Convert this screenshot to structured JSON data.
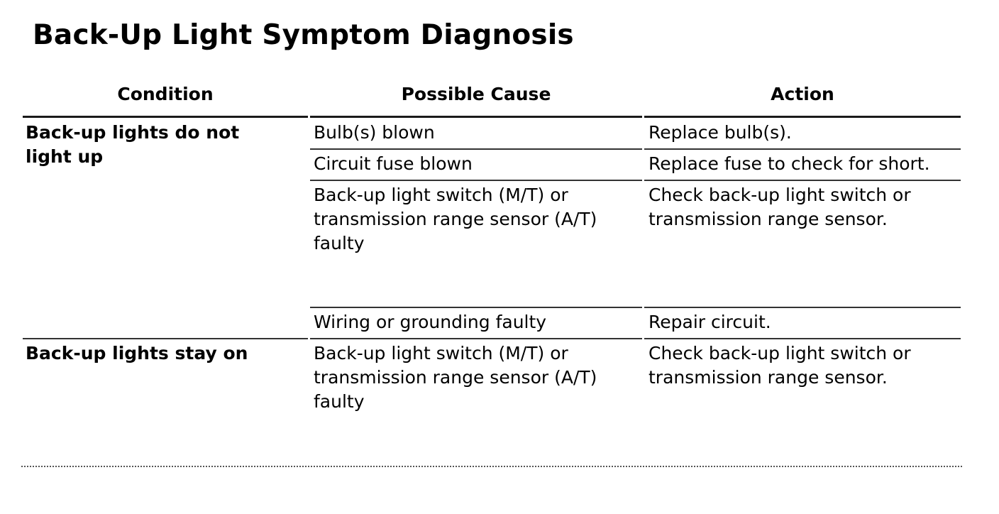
{
  "title": "Back-Up Light Symptom Diagnosis",
  "columns": {
    "condition": "Condition",
    "cause": "Possible Cause",
    "action": "Action"
  },
  "rows": [
    {
      "condition_lines": [
        "Back-up lights do not",
        "light up"
      ],
      "items": [
        {
          "cause_lines": [
            "Bulb(s) blown"
          ],
          "action_lines": [
            "Replace bulb(s)."
          ]
        },
        {
          "cause_lines": [
            "Circuit fuse blown"
          ],
          "action_lines": [
            "Replace fuse to check for short."
          ]
        },
        {
          "cause_lines": [
            "Back-up light switch (M/T) or",
            "transmission range sensor (A/T)",
            "faulty"
          ],
          "action_lines": [
            "Check back-up light switch or",
            "transmission range sensor."
          ]
        },
        {
          "cause_lines": [
            "Wiring or grounding faulty"
          ],
          "action_lines": [
            "Repair circuit."
          ]
        }
      ]
    },
    {
      "condition_lines": [
        "Back-up lights stay on"
      ],
      "items": [
        {
          "cause_lines": [
            "Back-up light switch (M/T) or",
            "transmission range sensor (A/T)",
            "faulty"
          ],
          "action_lines": [
            "Check back-up light switch or",
            "transmission range sensor."
          ]
        }
      ]
    }
  ]
}
